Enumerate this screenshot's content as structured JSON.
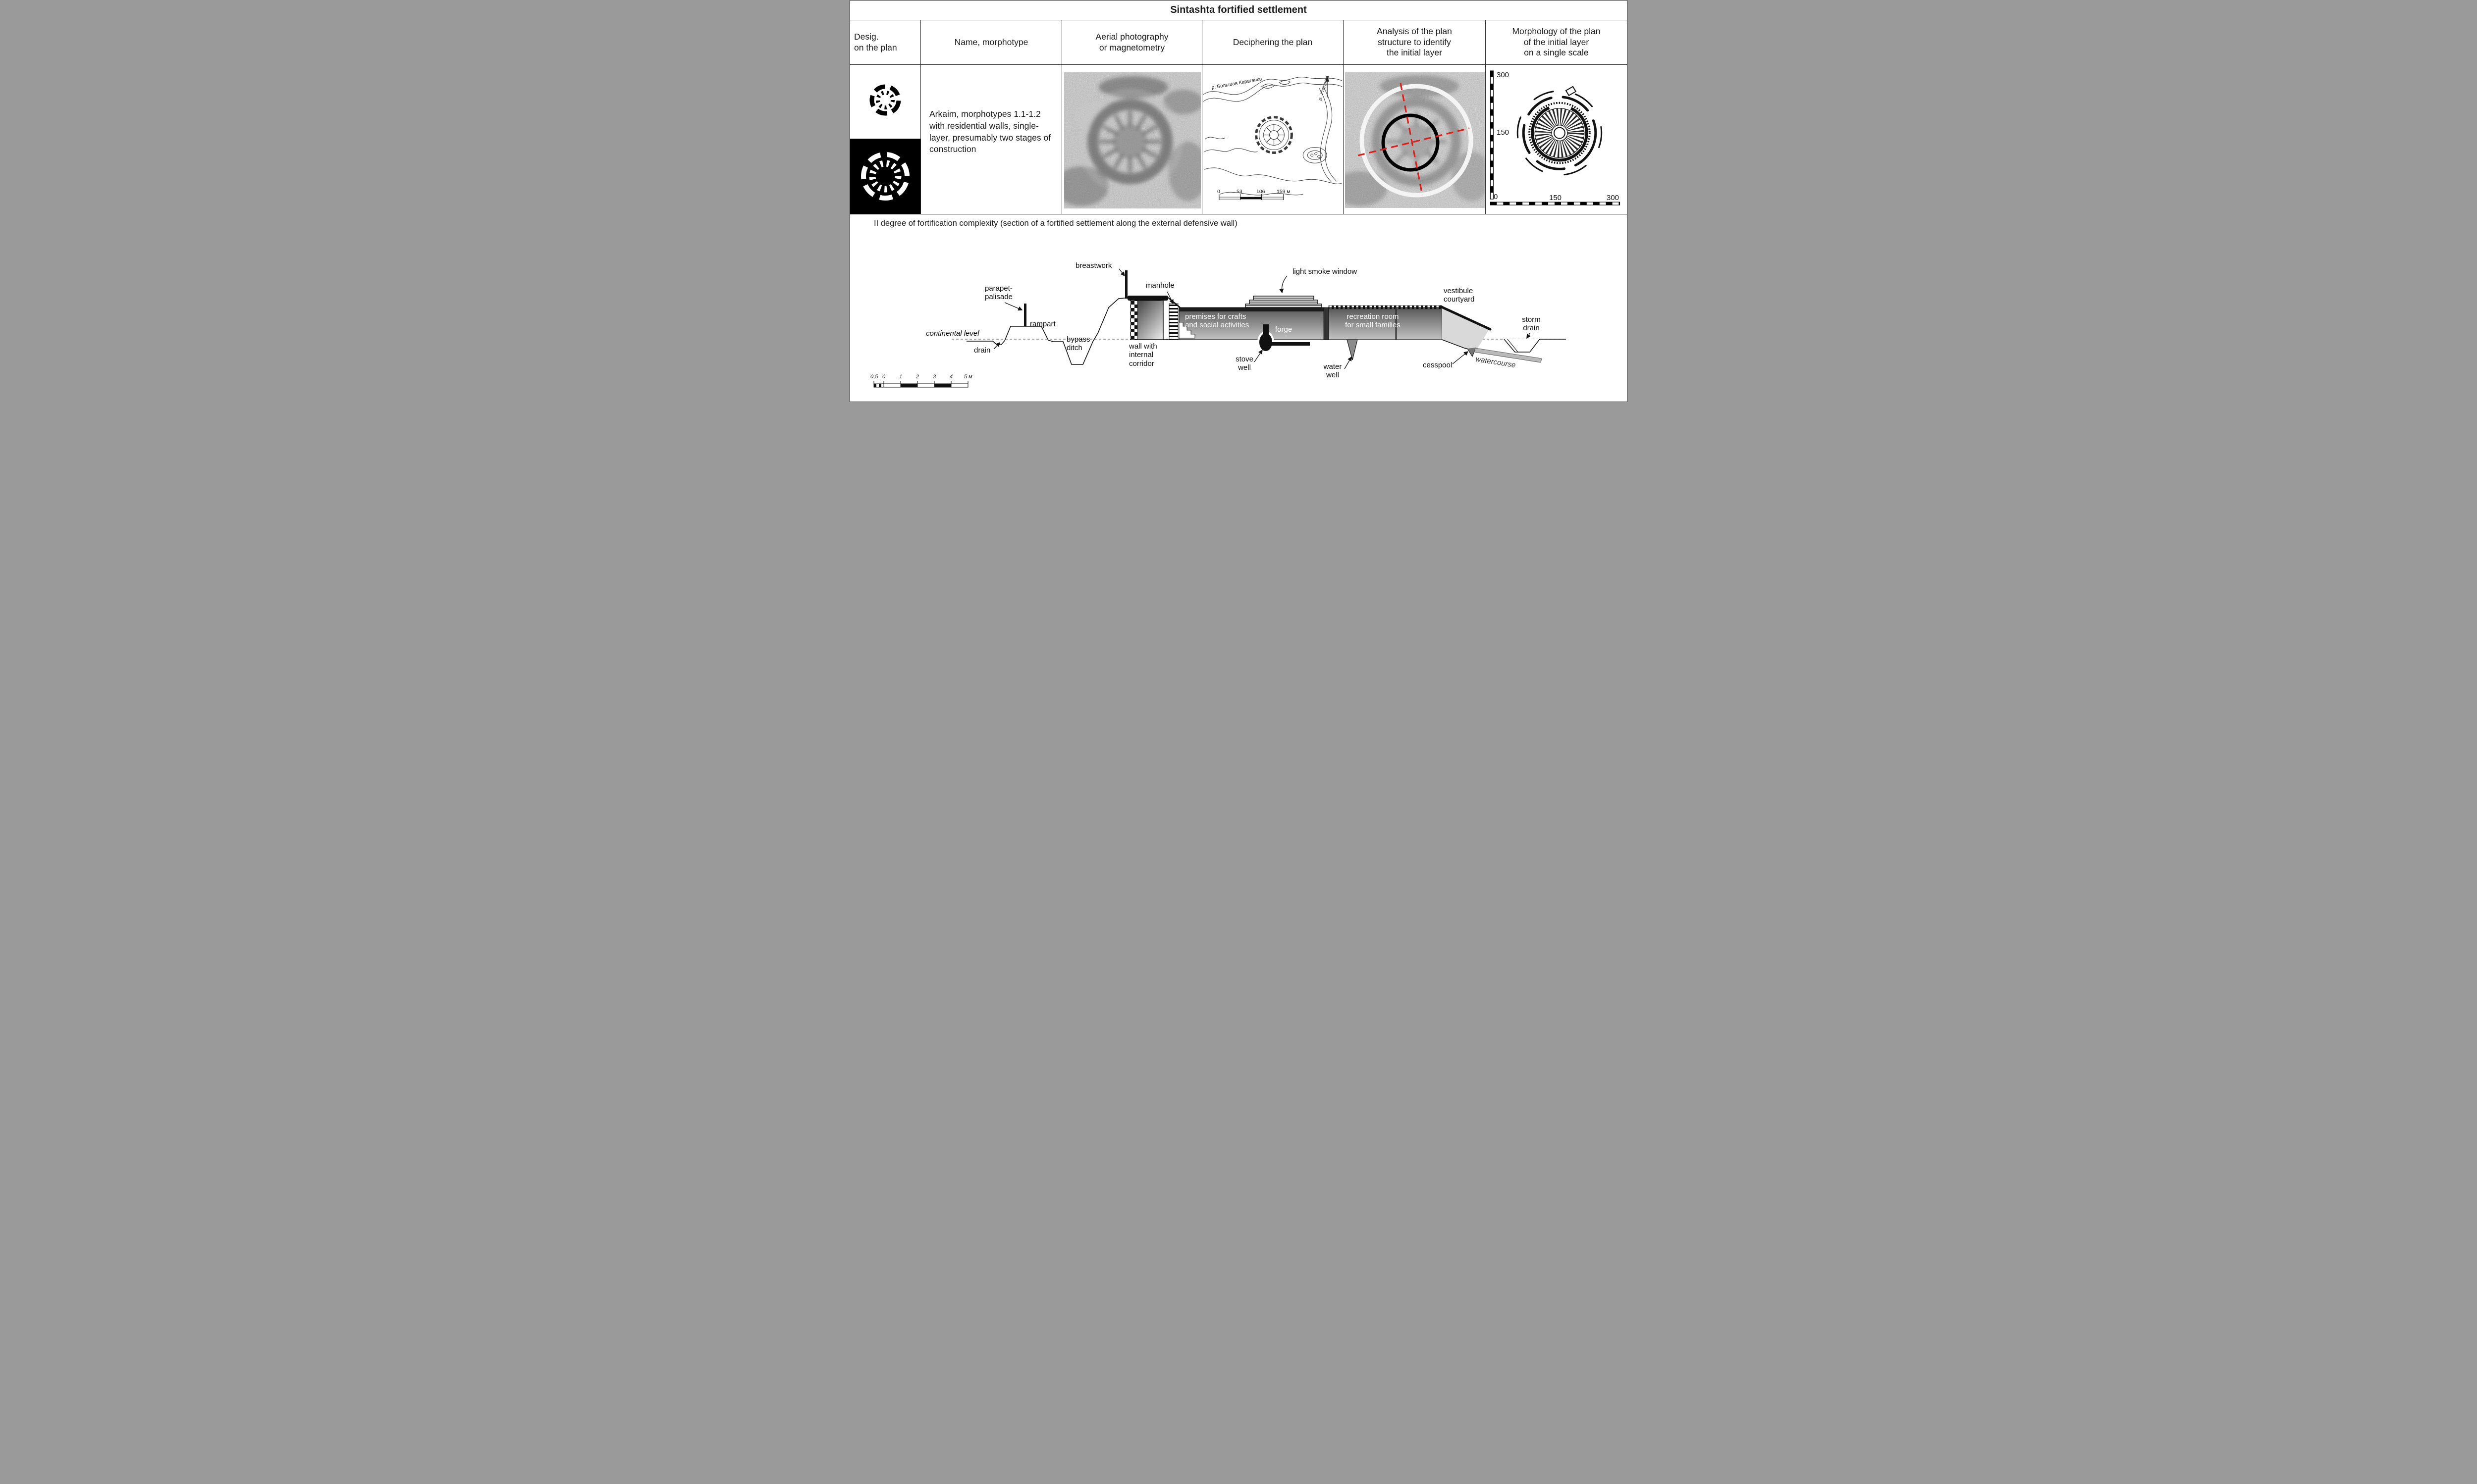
{
  "table": {
    "title": "Sintashta fortified settlement",
    "headers": {
      "designation": "Desig.\non the plan",
      "name": "Name, morphotype",
      "aerial": "Aerial photography\nor magnetometry",
      "deciphering": "Deciphering the plan",
      "analysis": "Analysis of the plan\nstructure to identify\nthe initial layer",
      "morphology": "Morphology of the plan\nof the initial layer\non a single scale"
    },
    "row": {
      "description": "Arkaim, morphotypes 1.1-1.2 with residential walls, single-layer, presumably two stages of construction",
      "symbols": [
        "morphotype-ring-symbol",
        "morphotype-ring-symbol-inverted"
      ],
      "deciphering": {
        "river_label_top": "р. Большая Караганка",
        "river_label_right": "р. Утяганка",
        "scale_ticks": [
          "0",
          "53",
          "106",
          "159 м"
        ]
      },
      "analysis_overlay": {
        "outer_ring_color": "#f2f2f2",
        "initial_layer_ring_color": "#000000",
        "axis_color": "#dd1f1a"
      },
      "morphology_scale": {
        "v_top": "300",
        "v_mid": "150",
        "origin": "0",
        "h_mid": "150",
        "h_end": "300"
      }
    }
  },
  "section": {
    "title": "II degree of fortification complexity (section of a fortified settlement along the external defensive wall)",
    "labels": {
      "breastwork": "breastwork",
      "manhole": "manhole",
      "light_smoke_window": "light smoke window",
      "parapet_palisade": "parapet-\npalisade",
      "rampart": "rampart",
      "continental_level": "continental level",
      "drain": "drain",
      "bypass_ditch": "bypass\nditch",
      "wall_internal_corridor": "wall with\ninternal\ncorridor",
      "premises": "premises for crafts\nand social activities",
      "forge": "forge",
      "stove_well": "stove\nwell",
      "recreation_room": "recreation room\nfor small families",
      "water_well": "water\nwell",
      "vestibule_courtyard": "vestibule\ncourtyard",
      "cesspool": "cesspool",
      "watercourse": "watercourse",
      "storm_drain": "storm\ndrain"
    },
    "scale_bar": {
      "ticks": [
        "0,5",
        "0",
        "1",
        "2",
        "3",
        "4",
        "5 м"
      ]
    }
  }
}
